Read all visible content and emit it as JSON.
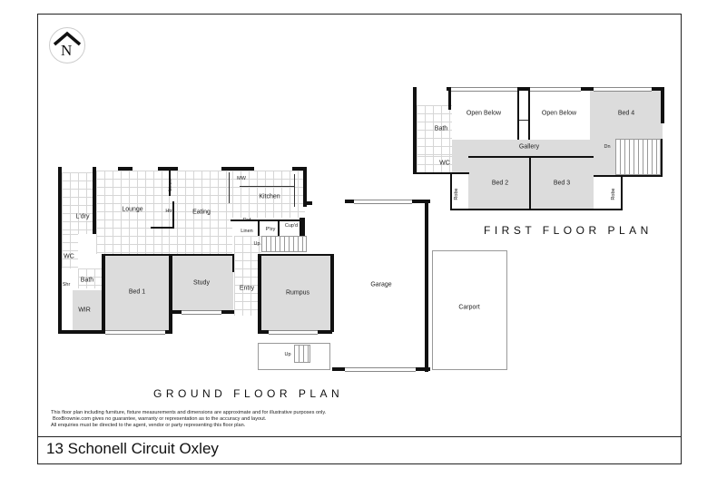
{
  "compass": {
    "letter": "N",
    "icon": "north-arrow-icon"
  },
  "ground_floor": {
    "title": "GROUND FLOOR PLAN",
    "rooms": [
      {
        "name": "Lounge"
      },
      {
        "name": "Eating"
      },
      {
        "name": "Kitchen"
      },
      {
        "name": "L'dry"
      },
      {
        "name": "WC"
      },
      {
        "name": "Bath"
      },
      {
        "name": "Shr"
      },
      {
        "name": "WIR"
      },
      {
        "name": "Bed 1"
      },
      {
        "name": "Study"
      },
      {
        "name": "Entry"
      },
      {
        "name": "Rumpus"
      },
      {
        "name": "Garage"
      },
      {
        "name": "Carport"
      },
      {
        "name": "Linen"
      },
      {
        "name": "Htr"
      },
      {
        "name": "Ref"
      },
      {
        "name": "Linen"
      },
      {
        "name": "P'try"
      },
      {
        "name": "Cup'd"
      },
      {
        "name": "MW"
      },
      {
        "name": "Up"
      },
      {
        "name": "Up"
      }
    ]
  },
  "first_floor": {
    "title": "FIRST FLOOR PLAN",
    "rooms": [
      {
        "name": "Open Below"
      },
      {
        "name": "Open Below"
      },
      {
        "name": "Bed 4"
      },
      {
        "name": "Bath"
      },
      {
        "name": "Gallery"
      },
      {
        "name": "WC"
      },
      {
        "name": "Dn"
      },
      {
        "name": "Bed 2"
      },
      {
        "name": "Bed 3"
      },
      {
        "name": "Robe"
      },
      {
        "name": "Robe"
      }
    ]
  },
  "disclaimer": [
    "This floor plan including furniture, fixture measurements and dimensions are approximate and for illustrative purposes only.",
    "BoxBrownie.com gives no guarantee, warranty or representation as to the accuracy and layout.",
    "All enquiries must be directed to the agent, vendor or party representing this floor plan."
  ],
  "address": "13 Schonell Circuit Oxley"
}
